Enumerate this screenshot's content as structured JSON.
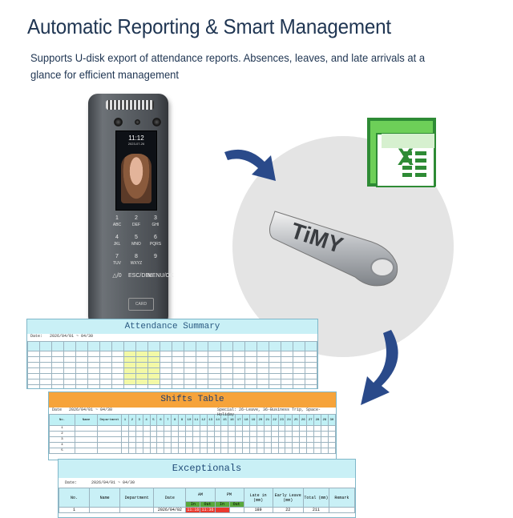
{
  "headline": "Automatic Reporting & Smart Management",
  "subline": "Supports U-disk export of attendance reports. Absences, leaves, and late arrivals at a glance for efficient management",
  "device": {
    "screen_time": "11:12",
    "screen_date": "2023-07-26",
    "keys": [
      "1",
      "2",
      "3",
      "4",
      "5",
      "6",
      "7",
      "8",
      "9",
      "△/0",
      "ESC/DEL",
      "MENU/OK"
    ],
    "key_subs": [
      "ABC",
      "DEF",
      "GHI",
      "JKL",
      "MNO",
      "PQRS",
      "TUV",
      "WXYZ"
    ],
    "card_label": "CARD"
  },
  "usb_brand": "TiMY",
  "colors": {
    "excel_green": "#2e8b35",
    "arrow_blue": "#2a4a8a",
    "sheet_orange": "#f6a33a",
    "sheet_cyan": "#c9f0f6"
  },
  "attendance": {
    "title": "Attendance Summary",
    "date_label": "Date:",
    "date_range": "2026/04/01 ~ 04/30"
  },
  "shifts": {
    "title": "Shifts Table",
    "date_label": "Date",
    "date_range": "2026/04/01 ~ 04/30",
    "special": "Special: 26-Leave, 36-Business Trip, Space-Holiday",
    "headers": [
      "No.",
      "Name",
      "Department"
    ],
    "days": [
      "1",
      "2",
      "3",
      "4",
      "5",
      "6",
      "7",
      "8",
      "9",
      "10",
      "11",
      "12",
      "13",
      "14",
      "15",
      "16",
      "17",
      "18",
      "19",
      "20",
      "21",
      "22",
      "23",
      "24",
      "25",
      "26",
      "27",
      "28",
      "29",
      "30"
    ],
    "rows": [
      "1",
      "2",
      "3",
      "4",
      "5"
    ]
  },
  "exceptionals": {
    "title": "Exceptionals",
    "date_label": "Date:",
    "date_range": "2026/04/01 ~ 04/30",
    "headers": [
      "No.",
      "Name",
      "Department",
      "Date",
      "AM",
      "PM",
      "Late in (mm)",
      "Early Leave (mm)",
      "Total (mm)",
      "Remark"
    ],
    "sub_headers": [
      "In",
      "Out",
      "In",
      "Out"
    ],
    "row": {
      "no": "1",
      "date": "2026/04/02",
      "am_in": "11:16",
      "am_out": "11:36",
      "late": "189",
      "early": "22",
      "total": "211"
    }
  }
}
